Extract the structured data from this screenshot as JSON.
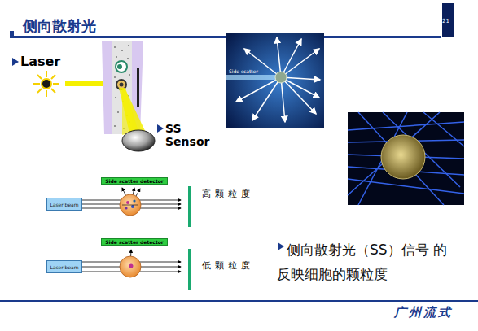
{
  "diagram": {
    "title": "侧向散射光",
    "nodes": [
      {
        "text": [
          "21"
        ]
      },
      {
        "text": [
          "Side scatter detector"
        ]
      },
      {
        "text": [
          "Laser beam"
        ]
      },
      {
        "text": [
          "Side scatter detector"
        ]
      },
      {
        "text": [
          "Laser beam"
        ]
      }
    ],
    "labels": [
      "Laser",
      "SS Sensor",
      "Side scatter",
      "高颗粒度",
      "低颗粒度",
      "侧向散射光（SS）信号 的反映细胞的颗粒度",
      "广州流式"
    ]
  }
}
